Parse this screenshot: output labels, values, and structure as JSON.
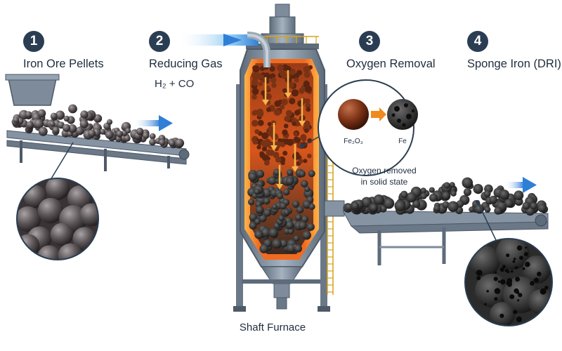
{
  "steps": [
    {
      "number": "1",
      "label": "Iron Ore Pellets"
    },
    {
      "number": "2",
      "label": "Reducing Gas",
      "sub": "H₂ + CO"
    },
    {
      "number": "3",
      "label": "Oxygen Removal"
    },
    {
      "number": "4",
      "label": "Sponge Iron (DRI)"
    }
  ],
  "oxygen_removal": {
    "before": "Fe₂O₃",
    "after": "Fe",
    "caption_line1": "Oxygen removed",
    "caption_line2": "in solid state"
  },
  "furnace": {
    "label": "Shaft Furnace"
  },
  "colors": {
    "badge": "#2a3d52",
    "arrow_blue": "#2f7fd6",
    "flow_arrow": "#f2a33a",
    "steel": "#7a8a9c",
    "hot_core": "#e0521c"
  }
}
